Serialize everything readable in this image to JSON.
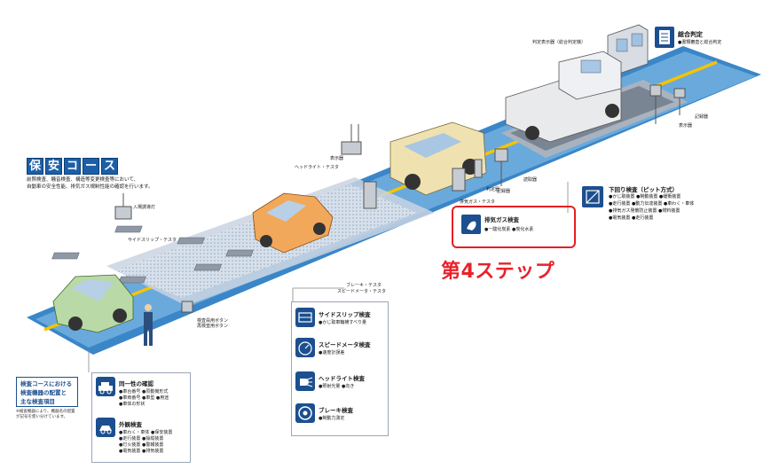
{
  "course": {
    "title_chars": [
      "保",
      "安",
      "コ",
      "ー",
      "ス"
    ],
    "desc_line1": "前照検査、騒音検査、構造等変更検査等において、",
    "desc_line2": "自動車の安全性能、排気ガス規制性能の確認を行います。"
  },
  "step_label": "第4ステップ",
  "legend": {
    "line1": "検査コースにおける",
    "line2": "検査機器の配置と",
    "line3": "主な検査項目",
    "note": "※検査機器により、機器名の配置が記号を使い分けています。"
  },
  "scene_labels": {
    "operator_panel": "判定表示器（総合判定機）",
    "headlight_tester": "ヘッドライト・テスタ",
    "display": "表示器",
    "entry_display": "入場誘導灯",
    "sideslip_tester": "サイドスリップ・テスタ",
    "brake_tester": "ブレーキ・テスタ",
    "speedometer_tester": "スピードメータ・テスタ",
    "exhaust_tester": "排気ガス・テスタ",
    "recorder": "記録器",
    "reader": "読取器",
    "judge": "判定器",
    "remote": "検査員用ボタン\n再検査用ボタン",
    "pit_printer": "記録器",
    "pit_reader": "表示器"
  },
  "office": {
    "title": "総合判定",
    "sub": "●書類審査と総合判定"
  },
  "pit": {
    "title": "下回り検査（ピット方式）",
    "items": [
      "●かじ取装置 ●制動装置 ●緩衝装置",
      "●走行装置 ●動力伝達装置 ●車わく・車体",
      "●排気ガス発散防止装置 ●燃料装置",
      "●電気装置 ●走行装置"
    ]
  },
  "exhaust": {
    "title": "排気ガス検査",
    "bullets": [
      "●一酸化炭素",
      "●炭化水素"
    ]
  },
  "inspections": [
    {
      "title": "サイドスリップ検査",
      "sub": "●かじ取車輪横すべり量"
    },
    {
      "title": "スピードメータ検査",
      "sub": "●速度計誤差"
    },
    {
      "title": "ヘッドライト検査",
      "sub": "●照射光量 ●向き"
    },
    {
      "title": "ブレーキ検査",
      "sub": "●制動力測定"
    }
  ],
  "identity": {
    "title": "同一性の確認",
    "bullets": [
      "●車台番号 ●原動機形式",
      "●車両番号 ●車型 ●用途",
      "●車体の形状"
    ]
  },
  "appearance": {
    "title": "外観検査",
    "bullets": [
      "●車わく・車体 ●保安装置",
      "●走行装置 ●操縦装置",
      "●灯火装置 ●警報装置",
      "●電気装置 ●排気装置"
    ]
  },
  "colors": {
    "lane_blue": "#3a86c8",
    "lane_yellow": "#f5c400",
    "icon_navy": "#1c4f8f",
    "step_red": "#e8222b",
    "car_green": "#b9d9a6",
    "car_orange": "#f2a85a",
    "car_cream": "#efe2b0"
  }
}
